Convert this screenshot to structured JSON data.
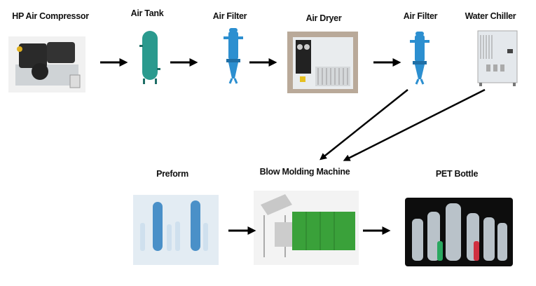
{
  "nodes": {
    "compressor": "HP Air Compressor",
    "tank": "Air Tank",
    "filter1": "Air Filter",
    "dryer": "Air Dryer",
    "filter2": "Air Filter",
    "chiller": "Water Chiller",
    "preform": "Preform",
    "machine": "Blow Molding Machine",
    "bottle": "PET Bottle"
  },
  "colors": {
    "arrow": "#000000",
    "tank": "#2a9a8e",
    "filter": "#2c8fd0",
    "machine": "#3aa13a"
  }
}
